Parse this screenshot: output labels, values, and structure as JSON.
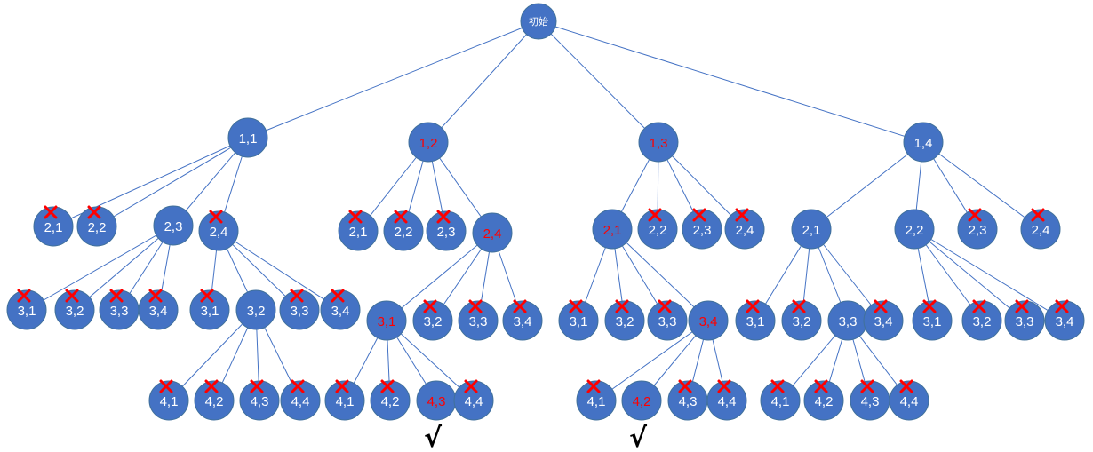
{
  "colors": {
    "node": "#4472C4",
    "normal_text": "#FFFFFF",
    "highlight_text": "#FF0000",
    "cross": "#FF0000",
    "check": "#000000"
  },
  "nodes": [
    {
      "label": "初始",
      "state": "root"
    },
    {
      "label": "1,1",
      "state": "normal"
    },
    {
      "label": "1,2",
      "state": "highlight"
    },
    {
      "label": "1,3",
      "state": "highlight"
    },
    {
      "label": "1,4",
      "state": "normal"
    },
    {
      "label": "2,1",
      "state": "crossed"
    },
    {
      "label": "2,2",
      "state": "crossed"
    },
    {
      "label": "2,3",
      "state": "normal"
    },
    {
      "label": "2,4",
      "state": "crossed"
    },
    {
      "label": "2,1",
      "state": "crossed"
    },
    {
      "label": "2,2",
      "state": "crossed"
    },
    {
      "label": "2,3",
      "state": "crossed"
    },
    {
      "label": "2,4",
      "state": "highlight"
    },
    {
      "label": "2,1",
      "state": "highlight"
    },
    {
      "label": "2,2",
      "state": "crossed"
    },
    {
      "label": "2,3",
      "state": "crossed"
    },
    {
      "label": "2,4",
      "state": "crossed"
    },
    {
      "label": "2,1",
      "state": "normal"
    },
    {
      "label": "2,2",
      "state": "normal"
    },
    {
      "label": "2,3",
      "state": "crossed"
    },
    {
      "label": "2,4",
      "state": "crossed"
    },
    {
      "label": "3,1",
      "state": "crossed"
    },
    {
      "label": "3,2",
      "state": "crossed"
    },
    {
      "label": "3,3",
      "state": "crossed"
    },
    {
      "label": "3,4",
      "state": "crossed"
    },
    {
      "label": "3,1",
      "state": "crossed"
    },
    {
      "label": "3,2",
      "state": "normal"
    },
    {
      "label": "3,3",
      "state": "crossed"
    },
    {
      "label": "3,4",
      "state": "crossed"
    },
    {
      "label": "3,1",
      "state": "highlight"
    },
    {
      "label": "3,2",
      "state": "crossed"
    },
    {
      "label": "3,3",
      "state": "crossed"
    },
    {
      "label": "3,4",
      "state": "crossed"
    },
    {
      "label": "3,1",
      "state": "crossed"
    },
    {
      "label": "3,2",
      "state": "crossed"
    },
    {
      "label": "3,3",
      "state": "crossed"
    },
    {
      "label": "3,4",
      "state": "highlight"
    },
    {
      "label": "3,1",
      "state": "crossed"
    },
    {
      "label": "3,2",
      "state": "crossed"
    },
    {
      "label": "3,3",
      "state": "normal"
    },
    {
      "label": "3,4",
      "state": "crossed"
    },
    {
      "label": "3,1",
      "state": "crossed"
    },
    {
      "label": "3,2",
      "state": "crossed"
    },
    {
      "label": "3,3",
      "state": "crossed"
    },
    {
      "label": "3,4",
      "state": "crossed"
    },
    {
      "label": "4,1",
      "state": "crossed"
    },
    {
      "label": "4,2",
      "state": "crossed"
    },
    {
      "label": "4,3",
      "state": "crossed"
    },
    {
      "label": "4,4",
      "state": "crossed"
    },
    {
      "label": "4,1",
      "state": "crossed"
    },
    {
      "label": "4,2",
      "state": "crossed"
    },
    {
      "label": "4,3",
      "state": "highlight"
    },
    {
      "label": "4,4",
      "state": "crossed"
    },
    {
      "label": "4,1",
      "state": "crossed"
    },
    {
      "label": "4,2",
      "state": "highlight"
    },
    {
      "label": "4,3",
      "state": "crossed"
    },
    {
      "label": "4,4",
      "state": "crossed"
    },
    {
      "label": "4,1",
      "state": "crossed"
    },
    {
      "label": "4,2",
      "state": "crossed"
    },
    {
      "label": "4,3",
      "state": "crossed"
    },
    {
      "label": "4,4",
      "state": "crossed"
    }
  ],
  "edges": [
    [
      0,
      1
    ],
    [
      0,
      2
    ],
    [
      0,
      3
    ],
    [
      0,
      4
    ],
    [
      1,
      5
    ],
    [
      1,
      6
    ],
    [
      1,
      7
    ],
    [
      1,
      8
    ],
    [
      2,
      9
    ],
    [
      2,
      10
    ],
    [
      2,
      11
    ],
    [
      2,
      12
    ],
    [
      3,
      13
    ],
    [
      3,
      14
    ],
    [
      3,
      15
    ],
    [
      3,
      16
    ],
    [
      4,
      17
    ],
    [
      4,
      18
    ],
    [
      4,
      19
    ],
    [
      4,
      20
    ],
    [
      7,
      21
    ],
    [
      7,
      22
    ],
    [
      7,
      23
    ],
    [
      7,
      24
    ],
    [
      8,
      25
    ],
    [
      8,
      26
    ],
    [
      8,
      27
    ],
    [
      8,
      28
    ],
    [
      12,
      29
    ],
    [
      12,
      30
    ],
    [
      12,
      31
    ],
    [
      12,
      32
    ],
    [
      13,
      33
    ],
    [
      13,
      34
    ],
    [
      13,
      35
    ],
    [
      13,
      36
    ],
    [
      17,
      37
    ],
    [
      17,
      38
    ],
    [
      17,
      39
    ],
    [
      17,
      40
    ],
    [
      18,
      41
    ],
    [
      18,
      42
    ],
    [
      18,
      43
    ],
    [
      18,
      44
    ],
    [
      26,
      45
    ],
    [
      26,
      46
    ],
    [
      26,
      47
    ],
    [
      26,
      48
    ],
    [
      29,
      49
    ],
    [
      29,
      50
    ],
    [
      29,
      51
    ],
    [
      29,
      52
    ],
    [
      36,
      53
    ],
    [
      36,
      54
    ],
    [
      36,
      55
    ],
    [
      36,
      56
    ],
    [
      39,
      57
    ],
    [
      39,
      58
    ],
    [
      39,
      59
    ],
    [
      39,
      60
    ]
  ],
  "checkmarks": [
    {
      "text": "√",
      "under_node": 51
    },
    {
      "text": "√",
      "under_node": 54
    }
  ]
}
